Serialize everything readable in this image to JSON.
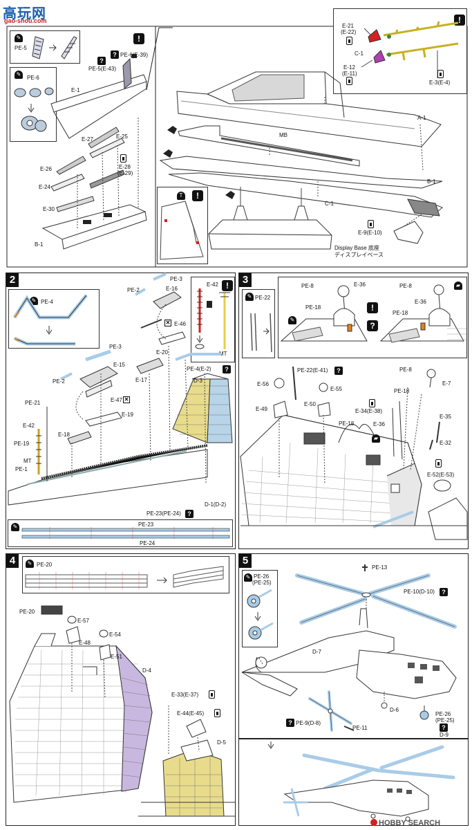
{
  "watermark_top": {
    "logo_text": "高玩网",
    "url": "gao-shou.com"
  },
  "watermark_bottom": {
    "brand": "HOBBY SEARCH"
  },
  "step1": {
    "inset_pe5": {
      "label": "PE-5"
    },
    "inset_pe6": {
      "label": "PE-6"
    },
    "inset_mast": {
      "e21": "E-21",
      "e22": "(E-22)",
      "c1": "C-1",
      "e12": "E-12",
      "e11": "(E-11)",
      "e3": "E-3(E-4)"
    },
    "labels": {
      "pe6e39": "PE-6(E-39)",
      "pe5e43": "PE-5(E-43)",
      "e1": "E-1",
      "e27": "E-27",
      "e25": "E-25",
      "e26": "E-26",
      "e28": "E-28",
      "e29": "(E-29)",
      "e24": "E-24",
      "e30": "E-30",
      "b1left": "B-1",
      "mb": "MB",
      "a1": "A-1",
      "b1right": "B-1",
      "c1": "C-1",
      "e9": "E-9(E-10)",
      "display_base": "Display Base  底座",
      "display_base_jp": "ディスプレイベース"
    }
  },
  "step2": {
    "num": "2",
    "inset_pe4": {
      "label": "PE-4"
    },
    "inset_mast": {
      "e42": "E-42",
      "mt": "MT"
    },
    "bottom_inset": {
      "pe23": "PE-23",
      "pe24": "PE-24"
    },
    "labels": {
      "pe3a": "PE-3",
      "pe2a": "PE-2",
      "e16": "E-16",
      "e46": "E-46",
      "pe3b": "PE-3",
      "pe2b": "PE-2",
      "e15": "E-15",
      "e20": "E-20",
      "e17": "E-17",
      "pe4e2": "PE-4(E-2)",
      "d3": "D-3",
      "e47": "E-47",
      "e19": "E-19",
      "pe21": "PE-21",
      "e42": "E-42",
      "e18": "E-18",
      "pe19": "PE-19",
      "mt": "MT",
      "pe1": "PE-1",
      "pe23pe24": "PE-23(PE-24)",
      "d1d2": "D-1(D-2)"
    }
  },
  "step3": {
    "num": "3",
    "inset_pe22": {
      "label": "PE-22"
    },
    "labels": {
      "pe8a": "PE-8",
      "e36a": "E-36",
      "pe8b": "PE-8",
      "e36b": "E-36",
      "pe18a": "PE-18",
      "pe18b": "PE-18",
      "pe22e41": "PE-22(E-41)",
      "pe8c": "PE-8",
      "e7": "E-7",
      "e56": "E-56",
      "e55": "E-55",
      "pe18c": "PE-18",
      "e49": "E-49",
      "e50": "E-50",
      "e34e38": "E-34(E-38)",
      "e35": "E-35",
      "pe18d": "PE-18",
      "e36c": "E-36",
      "e32": "E-32",
      "e52e53": "E-52(E-53)"
    }
  },
  "step4": {
    "num": "4",
    "inset_pe20": {
      "label": "PE-20"
    },
    "labels": {
      "pe20": "PE-20",
      "e57": "E-57",
      "e48": "E-48",
      "e54": "E-54",
      "e51": "E-51",
      "d4": "D-4",
      "e33e37": "E-33(E-37)",
      "e44e45": "E-44(E-45)",
      "d5": "D-5"
    }
  },
  "step5": {
    "num": "5",
    "inset_pe26": {
      "label": "PE-26",
      "sub": "(PE-25)"
    },
    "labels": {
      "pe13": "PE-13",
      "pe10d10": "PE-10(D-10)",
      "d7": "D-7",
      "d6": "D-6",
      "pe26": "PE-26",
      "pe25": "(PE-25)",
      "d9": "D-9",
      "pe9d8": "PE-9(D-8)",
      "pe11": "PE-11"
    }
  },
  "colors": {
    "tan_panel": "#e8dc8c",
    "blue_panel": "#b8d4e8",
    "purple_panel": "#c8b8e0",
    "red_part": "#d42020",
    "yellow_part": "#e8d040",
    "magenta_part": "#b040b0",
    "light_blue_pe": "#a8cce8",
    "line": "#222222"
  }
}
